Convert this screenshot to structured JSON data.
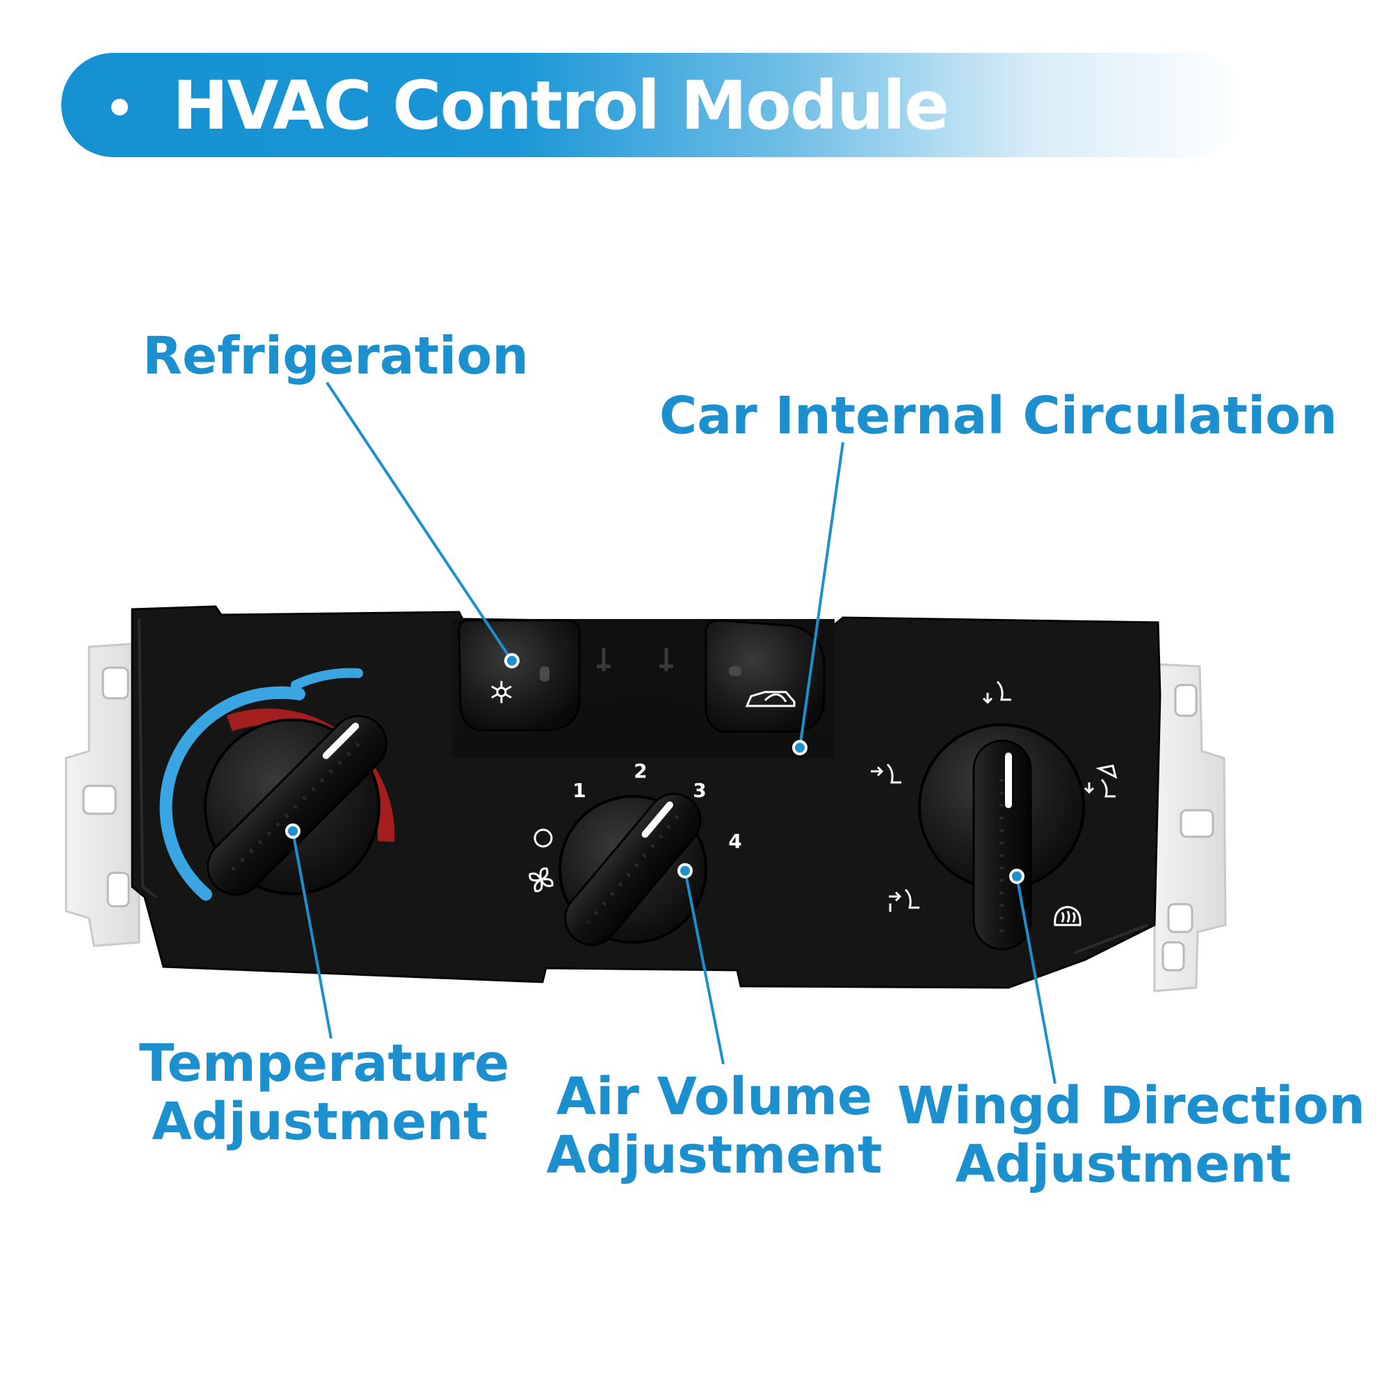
{
  "banner": {
    "title": "HVAC Control Module"
  },
  "callouts": {
    "refrigeration": "Refrigeration",
    "internal_circulation": "Car Internal Circulation",
    "temperature": {
      "line1": "Temperature",
      "line2": "Adjustment"
    },
    "air_volume": {
      "line1": "Air Volume",
      "line2": "Adjustment"
    },
    "wind_direction": {
      "line1": "Wingd Direction",
      "line2": "Adjustment"
    }
  },
  "fan_speed_scale": [
    "1",
    "2",
    "3",
    "4"
  ],
  "icons": {
    "refrigeration_button": "snowflake-icon",
    "circulation_button": "car-recirculation-icon",
    "fan_off": "circle-off-icon",
    "fan": "fan-icon",
    "vent_modes": [
      "vent-face-icon",
      "vent-feet-icon",
      "vent-face-feet-icon",
      "vent-feet-windshield-icon",
      "defrost-icon"
    ]
  },
  "colors": {
    "accent": "#1c8fcf",
    "cold": "#3aa5e3",
    "hot": "#a51e1e",
    "panel": "#151515"
  }
}
